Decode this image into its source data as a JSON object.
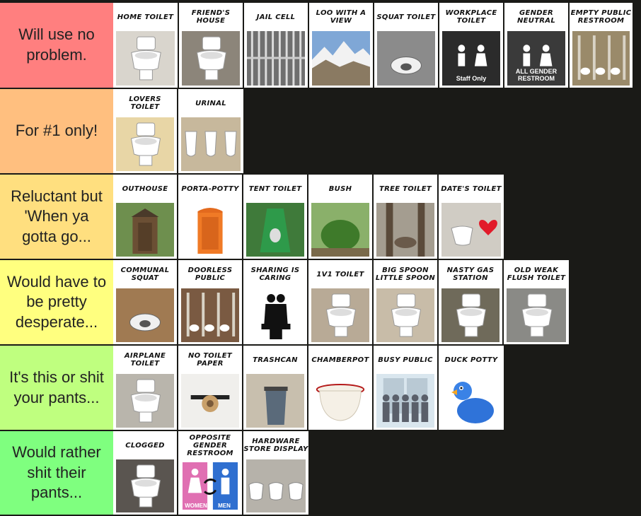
{
  "tiers": [
    {
      "label": "Will use no problem.",
      "color": "#ff7f7f",
      "items": [
        {
          "caption": "Home toilet",
          "icon": "toilet-icon",
          "bg": "#d9d5cd"
        },
        {
          "caption": "Friend's house",
          "icon": "toilet-icon",
          "bg": "#8c857a"
        },
        {
          "caption": "Jail cell",
          "icon": "bars-icon",
          "bg": "#6f6f6f"
        },
        {
          "caption": "Loo with a view",
          "icon": "mountain-icon",
          "bg": "#7fa7d6"
        },
        {
          "caption": "Squat toilet",
          "icon": "squat-icon",
          "bg": "#8b8b8b"
        },
        {
          "caption": "Workplace toilet",
          "icon": "sign-icon",
          "bg": "#2b2b2b",
          "sign": "Staff Only"
        },
        {
          "caption": "Gender neutral",
          "icon": "sign-icon",
          "bg": "#3a3a3a",
          "sign": "ALL GENDER RESTROOM"
        },
        {
          "caption": "Empty public restroom",
          "icon": "stalls-icon",
          "bg": "#9a8a6a"
        }
      ]
    },
    {
      "label": "For #1 only!",
      "color": "#ffbf7f",
      "items": [
        {
          "caption": "Lovers toilet",
          "icon": "toilet-icon",
          "bg": "#e8d6a6"
        },
        {
          "caption": "Urinal",
          "icon": "urinal-icon",
          "bg": "#c7b89c"
        }
      ]
    },
    {
      "label": "Reluctant but 'When ya gotta go...",
      "color": "#ffdf7f",
      "items": [
        {
          "caption": "Outhouse",
          "icon": "outhouse-icon",
          "bg": "#6e8f4e"
        },
        {
          "caption": "Porta-potty",
          "icon": "porta-icon",
          "bg": "#ffffff"
        },
        {
          "caption": "Tent toilet",
          "icon": "tent-icon",
          "bg": "#3f7a3a"
        },
        {
          "caption": "Bush",
          "icon": "bush-icon",
          "bg": "#8ab06a"
        },
        {
          "caption": "Tree toilet",
          "icon": "tree-icon",
          "bg": "#a49d90"
        },
        {
          "caption": "Date's toilet",
          "icon": "heart-icon",
          "bg": "#d0ccc4"
        }
      ]
    },
    {
      "label": "Would have to be pretty desperate...",
      "color": "#ffff7f",
      "items": [
        {
          "caption": "Communal squat",
          "icon": "squat-icon",
          "bg": "#a07a52"
        },
        {
          "caption": "Doorless public",
          "icon": "stalls-icon",
          "bg": "#7a5a42"
        },
        {
          "caption": "Sharing is caring",
          "icon": "sharing-icon",
          "bg": "#ffffff"
        },
        {
          "caption": "1v1 toilet",
          "icon": "toilet-icon",
          "bg": "#b8aa96"
        },
        {
          "caption": "Big spoon little spoon",
          "icon": "toilet-icon",
          "bg": "#c8bca8"
        },
        {
          "caption": "Nasty gas station",
          "icon": "toilet-icon",
          "bg": "#6f6a5a"
        },
        {
          "caption": "Old weak flush toilet",
          "icon": "toilet-icon",
          "bg": "#8a8a86"
        }
      ]
    },
    {
      "label": "It's this or shit your pants...",
      "color": "#bfff7f",
      "items": [
        {
          "caption": "Airplane toilet",
          "icon": "toilet-icon",
          "bg": "#b9b5ac"
        },
        {
          "caption": "No toilet paper",
          "icon": "roll-icon",
          "bg": "#f0efec"
        },
        {
          "caption": "Trashcan",
          "icon": "trash-icon",
          "bg": "#c8bfae"
        },
        {
          "caption": "Chamberpot",
          "icon": "pot-icon",
          "bg": "#ffffff"
        },
        {
          "caption": "Busy public",
          "icon": "queue-icon",
          "bg": "#d9e6ee"
        },
        {
          "caption": "Duck potty",
          "icon": "duck-icon",
          "bg": "#ffffff"
        }
      ]
    },
    {
      "label": "Would rather shit their pants...",
      "color": "#7fff7f",
      "items": [
        {
          "caption": "Clogged",
          "icon": "toilet-icon",
          "bg": "#5a5550"
        },
        {
          "caption": "Opposite gender restroom",
          "icon": "swap-icon",
          "bg": "#ffffff",
          "women": "WOMEN",
          "men": "MEN"
        },
        {
          "caption": "Hardware store display",
          "icon": "display-icon",
          "bg": "#b6b2aa"
        }
      ]
    }
  ]
}
